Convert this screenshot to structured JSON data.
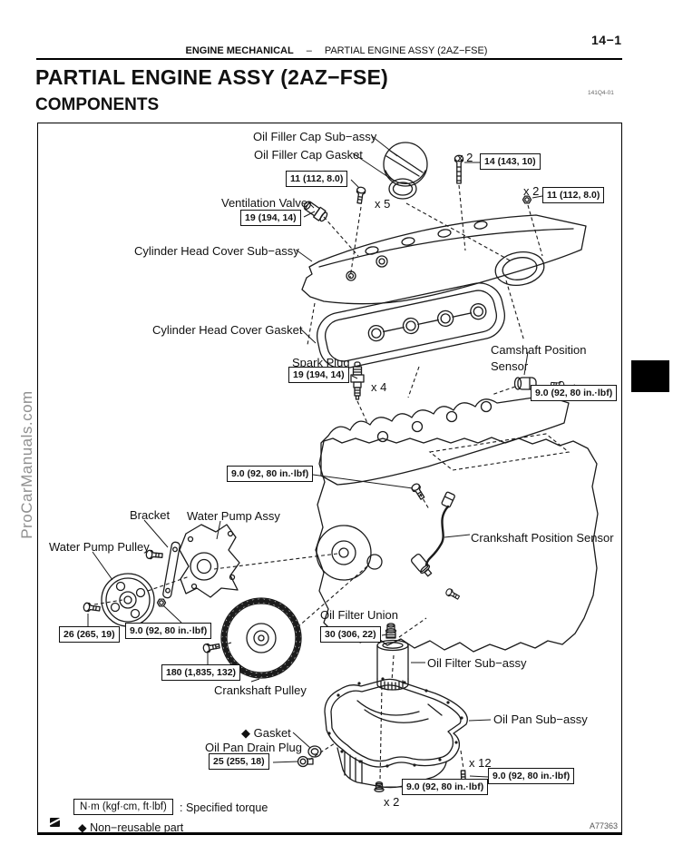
{
  "page": {
    "number": "14−1",
    "header_section": "ENGINE MECHANICAL",
    "header_sep": "–",
    "header_topic": "PARTIAL ENGINE ASSY (2AZ−FSE)",
    "title": "PARTIAL ENGINE ASSY (2AZ−FSE)",
    "subtitle": "COMPONENTS",
    "doc_code": "141Q4-01",
    "watermark": "ProCarManuals.com"
  },
  "figure": {
    "code": "A77363",
    "labels": [
      "Oil Filler Cap Sub−assy",
      "Oil Filler Cap Gasket",
      "Ventilation Valve",
      "Cylinder Head Cover Sub−assy",
      "Cylinder Head Cover Gasket",
      "Spark Plug",
      "Camshaft Position",
      "Sensor",
      "Crankshaft Position Sensor",
      "Bracket",
      "Water Pump Assy",
      "Water Pump Pulley",
      "Crankshaft Pulley",
      "Oil Filter Union",
      "Oil Filter Sub−assy",
      "Oil Pan Sub−assy",
      "◆ Gasket",
      "Oil Pan Drain Plug"
    ],
    "torques": [
      "11 (112, 8.0)",
      "14 (143, 10)",
      "11 (112, 8.0)",
      "19 (194, 14)",
      "19 (194, 14)",
      "9.0 (92, 80 in.·lbf)",
      "9.0 (92, 80 in.·lbf)",
      "26 (265, 19)",
      "9.0 (92, 80 in.·lbf)",
      "180 (1,835, 132)",
      "30 (306, 22)",
      "25 (255, 18)",
      "9.0 (92, 80 in.·lbf)",
      "9.0 (92, 80 in.·lbf)"
    ],
    "multipliers": [
      "x 2",
      "x 2",
      "x 5",
      "x 4",
      "x 12",
      "x 2"
    ]
  },
  "legend": {
    "torque_unit": "N·m (kgf·cm, ft·lbf)",
    "torque_desc": ": Specified torque",
    "nonreusable": "◆ Non−reusable part"
  },
  "colors": {
    "line": "#1b1b1b",
    "tab": "#000000",
    "watermark": "#8f8f8f"
  }
}
